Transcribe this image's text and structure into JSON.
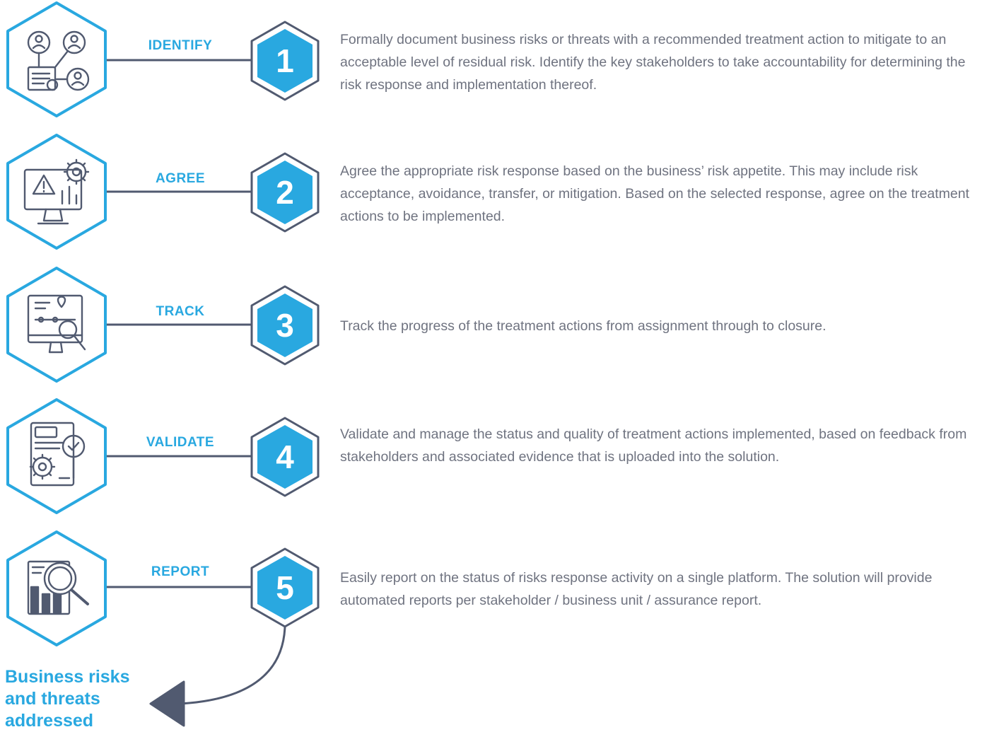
{
  "steps": [
    {
      "number": "1",
      "label": "IDENTIFY",
      "icon": "stakeholders-network-icon",
      "description": "Formally document business risks or threats with a recommended treatment action to mitigate to an acceptable level of residual risk. Identify the key stakeholders to take accountability for determining the risk response and implementation thereof."
    },
    {
      "number": "2",
      "label": "AGREE",
      "icon": "monitor-warning-gear-icon",
      "description": "Agree the appropriate risk response based on the business’ risk appetite. This may include risk acceptance, avoidance, transfer, or mitigation. Based on the selected response, agree on the treatment actions to be implemented."
    },
    {
      "number": "3",
      "label": "TRACK",
      "icon": "monitor-tracking-magnifier-icon",
      "description": "Track the progress of the treatment actions from assignment through to closure."
    },
    {
      "number": "4",
      "label": "VALIDATE",
      "icon": "document-gear-checkmark-icon",
      "description": "Validate and manage the status and quality of treatment actions implemented, based on feedback from stakeholders and associated evidence that is uploaded into the solution."
    },
    {
      "number": "5",
      "label": "REPORT",
      "icon": "report-chart-magnifier-icon",
      "description": "Easily report on the status of risks response activity on a single platform. The solution will provide automated reports per stakeholder / business unit / assurance report."
    }
  ],
  "outcome": "Business risks and threats addressed",
  "colors": {
    "accent": "#29a8e0",
    "outline": "#515a70",
    "text": "#6f7380",
    "background": "#ffffff"
  }
}
